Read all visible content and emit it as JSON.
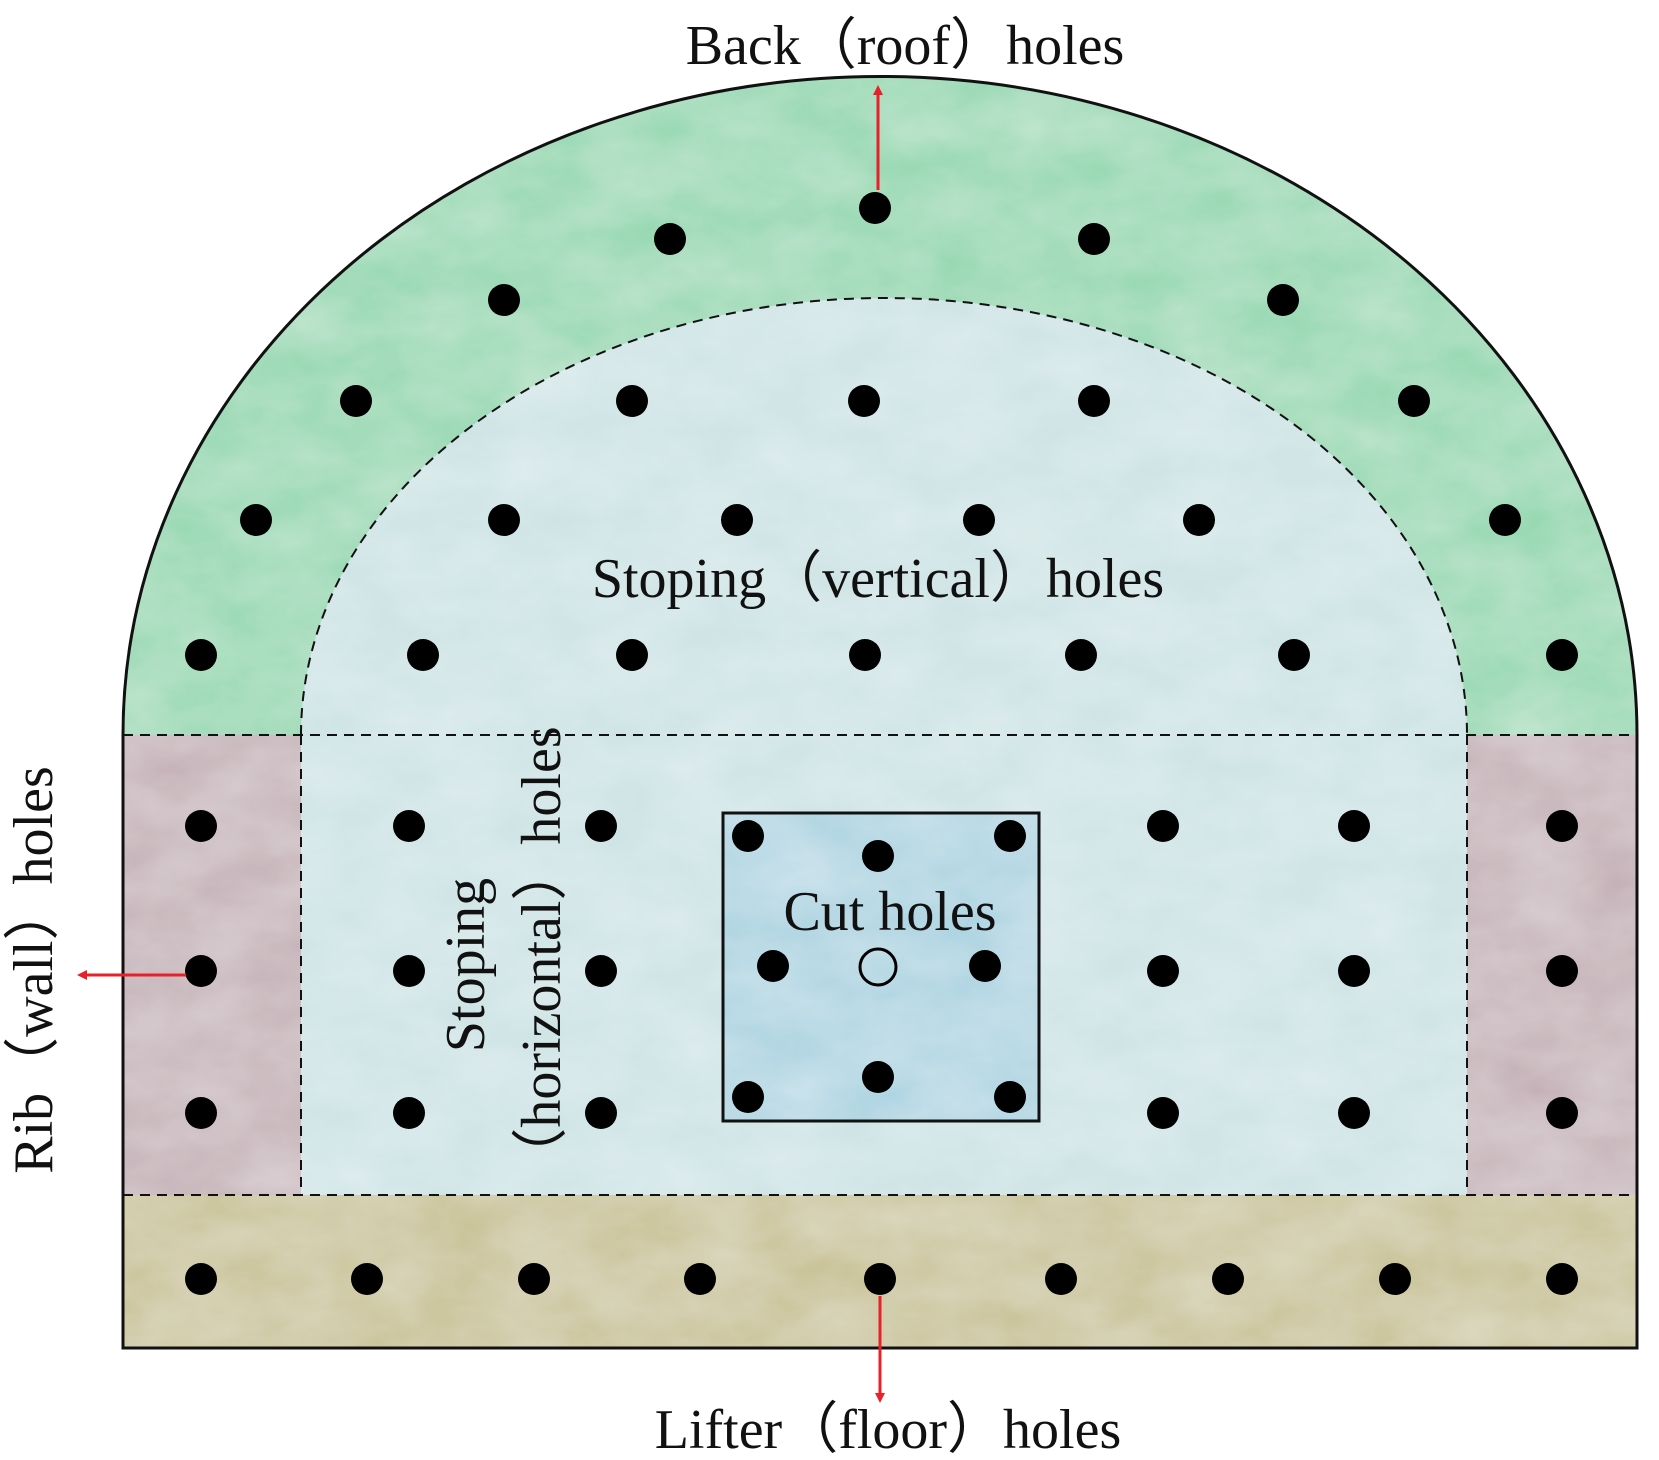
{
  "labels": {
    "back": "Back（roof）holes",
    "stoping_vertical": "Stoping（vertical）holes",
    "stoping_horizontal_line1": "Stoping",
    "stoping_horizontal_line2": "（horizontal）holes",
    "cut": "Cut holes",
    "rib": "Rib（wall）holes",
    "lifter": "Lifter（floor）holes"
  },
  "colors": {
    "back_zone": "#8fd6ad",
    "stoping_zone": "#cbe2e4",
    "rib_zone": "#c2aeb4",
    "lifter_zone": "#c7c092",
    "cut_zone": "#a9d2e0",
    "hole": "#000000",
    "arrow": "#e8202a",
    "outline": "#111111"
  }
}
